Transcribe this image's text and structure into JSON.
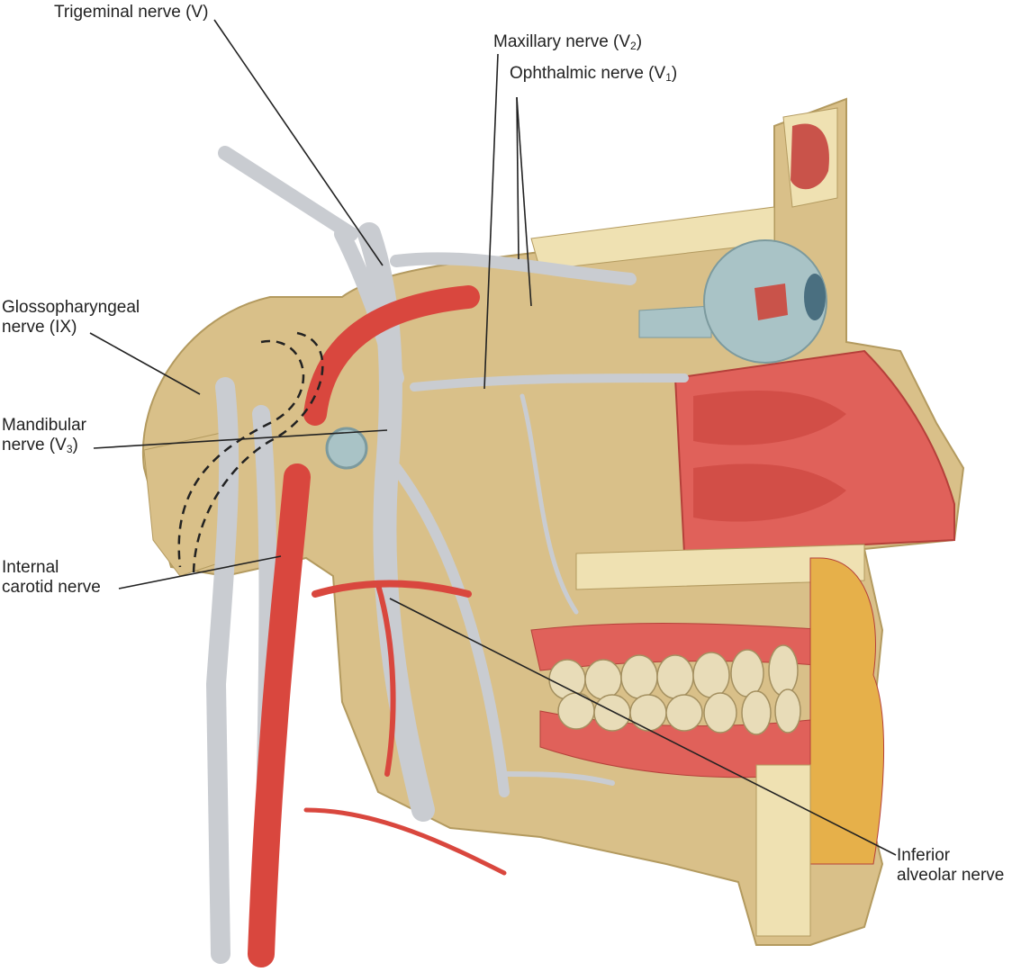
{
  "figure": {
    "labels": {
      "trigeminal": {
        "text": "Trigeminal nerve (V)"
      },
      "maxillary": {
        "prefix": "Maxillary nerve (V",
        "sub": "2",
        "suffix": ")"
      },
      "ophthalmic": {
        "prefix": "Ophthalmic nerve (V",
        "sub": "1",
        "suffix": ")"
      },
      "glossopharyngeal": {
        "line1": "Glossopharyngeal",
        "line2": "nerve (IX)"
      },
      "mandibular": {
        "line1": "Mandibular",
        "prefix": "nerve (V",
        "sub": "3",
        "suffix": ")"
      },
      "internal_carotid": {
        "line1": "Internal",
        "line2": "carotid nerve"
      },
      "inferior_alveolar": {
        "line1": "Inferior",
        "line2": "alveolar nerve"
      }
    },
    "colors": {
      "bone": "#d9c089",
      "marrow": "#efe1b2",
      "artery": "#d9473e",
      "nerve": "#c9ccd1",
      "mucosa": "#e0615a",
      "eyeball": "#a9c3c6",
      "leader": "#222222"
    }
  }
}
